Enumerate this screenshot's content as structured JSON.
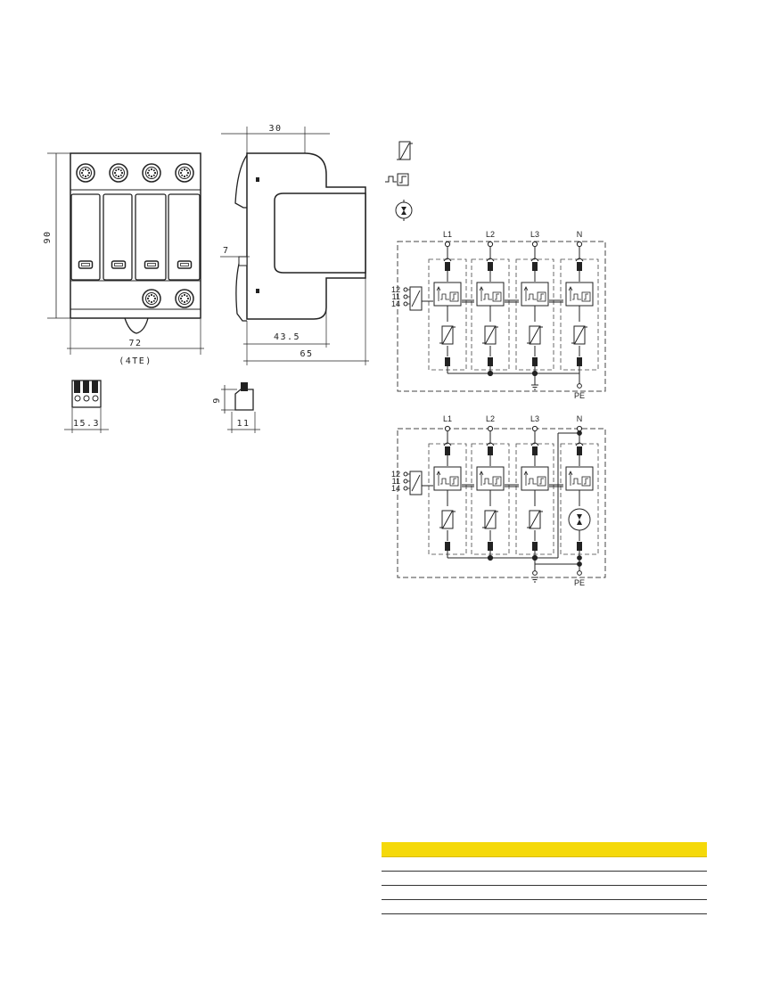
{
  "dimensions": {
    "height_front": "90",
    "width_front": "72",
    "width_te": "(4TE)",
    "top_offset": "30",
    "side_offset": "7",
    "depth_inner": "43.5",
    "depth_total": "65",
    "connector_width": "15.3",
    "connector_height": "9",
    "connector_depth": "11"
  },
  "schematic_top": {
    "phases": [
      "L1",
      "L2",
      "L3",
      "N"
    ],
    "pe_label": "PE",
    "contacts": [
      "12",
      "11",
      "14"
    ]
  },
  "schematic_bottom": {
    "phases": [
      "L1",
      "L2",
      "L3",
      "N"
    ],
    "pe_label": "PE",
    "contacts": [
      "12",
      "11",
      "14"
    ]
  },
  "legend": {
    "icons": [
      "varistor-icon",
      "thermal-disconnector-icon",
      "spark-gap-icon"
    ]
  },
  "table": {
    "header_color": "#f5d90a",
    "rows": 5
  }
}
